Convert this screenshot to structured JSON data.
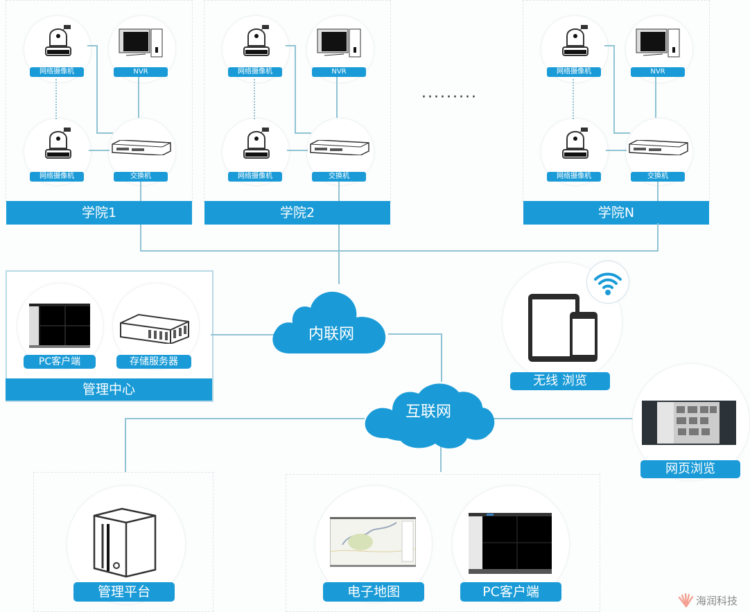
{
  "colleges": [
    {
      "title": "学院1",
      "camera_label": "网络摄像机",
      "nvr_label": "NVR",
      "switch_label": "交换机"
    },
    {
      "title": "学院2",
      "camera_label": "网络摄像机",
      "nvr_label": "NVR",
      "switch_label": "交换机"
    },
    {
      "title": "学院N",
      "camera_label": "网络摄像机",
      "nvr_label": "NVR",
      "switch_label": "交换机"
    }
  ],
  "ellipsis": "·········",
  "management_center": {
    "title": "管理中心",
    "items": [
      {
        "label": "PC客户端",
        "icon": "monitor-grid-icon"
      },
      {
        "label": "存储服务器",
        "icon": "storage-server-icon"
      }
    ]
  },
  "networks": {
    "intranet": "内联网",
    "internet": "互联网"
  },
  "clients": {
    "wireless": {
      "label": "无线 浏览",
      "icon": "tablet-phone-icon"
    },
    "web": {
      "label": "网页浏览",
      "icon": "web-page-icon"
    },
    "platform": {
      "label": "管理平台",
      "icon": "server-tower-icon"
    },
    "map": {
      "label": "电子地图",
      "icon": "map-icon"
    },
    "pc": {
      "label": "PC客户端",
      "icon": "monitor-grid-icon"
    }
  },
  "watermark": "海润科技",
  "colors": {
    "accent": "#1a9bd7",
    "wire": "#8fc3d3"
  }
}
